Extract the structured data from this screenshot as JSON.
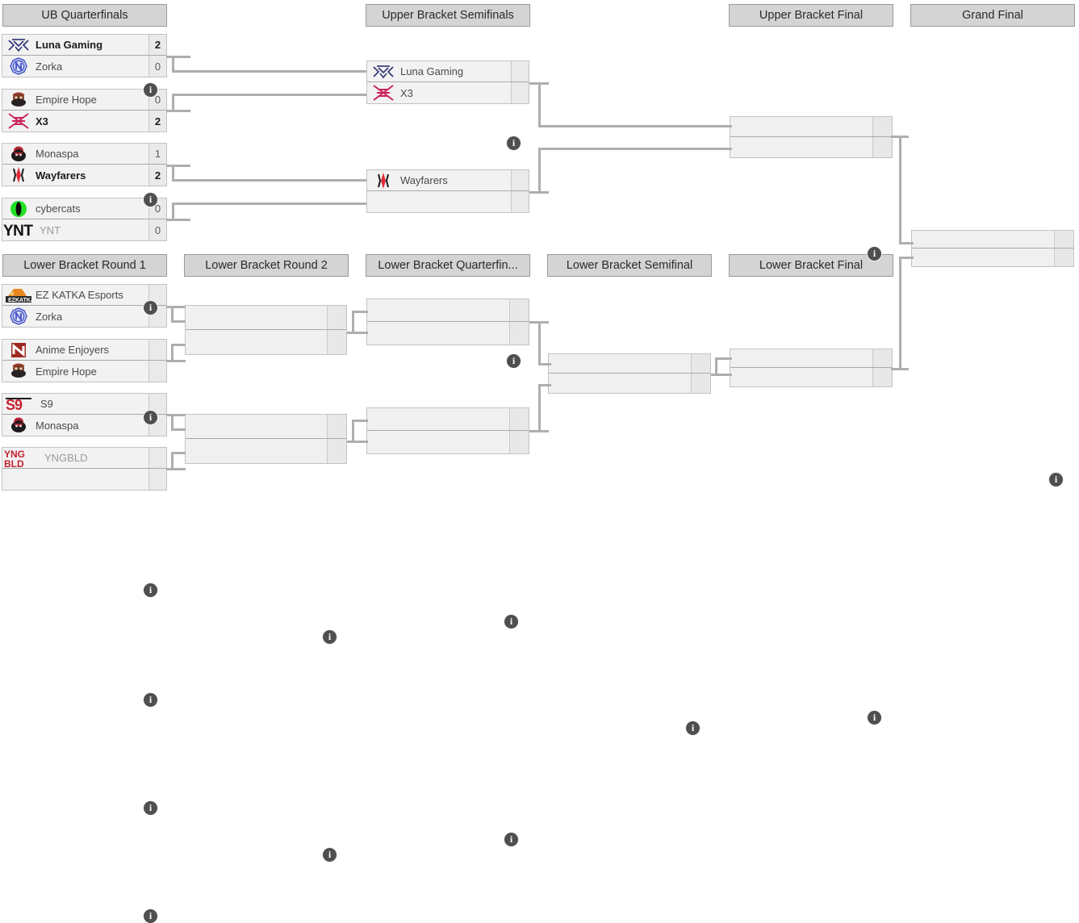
{
  "meta": {
    "accent_line": "#aeaeae",
    "header_bg": "#d4d4d4",
    "match_bg": "#f2f2f2",
    "info_icon": "info-icon",
    "info_glyph": "i"
  },
  "headers": {
    "ub_quarterfinals": "UB Quarterfinals",
    "ub_semifinals": "Upper Bracket Semifinals",
    "ub_final": "Upper Bracket Final",
    "grand_final": "Grand Final",
    "lb_round1": "Lower Bracket Round 1",
    "lb_round2": "Lower Bracket Round 2",
    "lb_quarterfinals": "Lower Bracket Quarterfin...",
    "lb_semifinal": "Lower Bracket Semifinal",
    "lb_final": "Lower Bracket Final"
  },
  "matches": {
    "ubqf1": {
      "top": {
        "team": "Luna Gaming",
        "score": "2",
        "winner": true,
        "logo": "luna-gaming-logo"
      },
      "bottom": {
        "team": "Zorka",
        "score": "0",
        "winner": false,
        "logo": "zorka-logo"
      }
    },
    "ubqf2": {
      "top": {
        "team": "Empire Hope",
        "score": "0",
        "winner": false,
        "logo": "empire-hope-logo"
      },
      "bottom": {
        "team": "X3",
        "score": "2",
        "winner": true,
        "logo": "x3-logo"
      }
    },
    "ubqf3": {
      "top": {
        "team": "Monaspa",
        "score": "1",
        "winner": false,
        "logo": "monaspa-logo"
      },
      "bottom": {
        "team": "Wayfarers",
        "score": "2",
        "winner": true,
        "logo": "wayfarers-logo"
      }
    },
    "ubqf4": {
      "top": {
        "team": "cybercats",
        "score": "0",
        "winner": false,
        "logo": "cybercats-logo"
      },
      "bottom": {
        "team": "YNT",
        "score": "0",
        "winner": false,
        "logo": "ynt-logo",
        "dim": true
      }
    },
    "ubsf1": {
      "top": {
        "team": "Luna Gaming",
        "score": "",
        "winner": false,
        "logo": "luna-gaming-logo"
      },
      "bottom": {
        "team": "X3",
        "score": "",
        "winner": false,
        "logo": "x3-logo"
      }
    },
    "ubsf2": {
      "top": {
        "team": "Wayfarers",
        "score": "",
        "winner": false,
        "logo": "wayfarers-logo"
      },
      "bottom": {
        "team": "",
        "score": "",
        "winner": false,
        "logo": ""
      }
    },
    "ubf": {
      "top": {
        "team": "",
        "score": "",
        "winner": false,
        "logo": ""
      },
      "bottom": {
        "team": "",
        "score": "",
        "winner": false,
        "logo": ""
      }
    },
    "gf": {
      "top": {
        "team": "",
        "score": "",
        "winner": false,
        "logo": ""
      },
      "bottom": {
        "team": "",
        "score": "",
        "winner": false,
        "logo": ""
      }
    },
    "lbr1m1": {
      "top": {
        "team": "EZ KATKA Esports",
        "score": "",
        "winner": false,
        "logo": "ez-katka-esports-logo"
      },
      "bottom": {
        "team": "Zorka",
        "score": "",
        "winner": false,
        "logo": "zorka-logo"
      }
    },
    "lbr1m2": {
      "top": {
        "team": "Anime Enjoyers",
        "score": "",
        "winner": false,
        "logo": "anime-enjoyers-logo"
      },
      "bottom": {
        "team": "Empire Hope",
        "score": "",
        "winner": false,
        "logo": "empire-hope-logo"
      }
    },
    "lbr1m3": {
      "top": {
        "team": "S9",
        "score": "",
        "winner": false,
        "logo": "s9-logo"
      },
      "bottom": {
        "team": "Monaspa",
        "score": "",
        "winner": false,
        "logo": "monaspa-logo"
      }
    },
    "lbr1m4": {
      "top": {
        "team": "YNGBLD",
        "score": "",
        "winner": false,
        "logo": "yngbld-logo",
        "dim": true
      },
      "bottom": {
        "team": "",
        "score": "",
        "winner": false,
        "logo": ""
      }
    },
    "lbr2m1": {
      "top": {
        "team": "",
        "score": "",
        "winner": false,
        "logo": ""
      },
      "bottom": {
        "team": "",
        "score": "",
        "winner": false,
        "logo": ""
      }
    },
    "lbr2m2": {
      "top": {
        "team": "",
        "score": "",
        "winner": false,
        "logo": ""
      },
      "bottom": {
        "team": "",
        "score": "",
        "winner": false,
        "logo": ""
      }
    },
    "lbqf1": {
      "top": {
        "team": "",
        "score": "",
        "winner": false,
        "logo": ""
      },
      "bottom": {
        "team": "",
        "score": "",
        "winner": false,
        "logo": ""
      }
    },
    "lbqf2": {
      "top": {
        "team": "",
        "score": "",
        "winner": false,
        "logo": ""
      },
      "bottom": {
        "team": "",
        "score": "",
        "winner": false,
        "logo": ""
      }
    },
    "lbsf": {
      "top": {
        "team": "",
        "score": "",
        "winner": false,
        "logo": ""
      },
      "bottom": {
        "team": "",
        "score": "",
        "winner": false,
        "logo": ""
      }
    },
    "lbf": {
      "top": {
        "team": "",
        "score": "",
        "winner": false,
        "logo": ""
      },
      "bottom": {
        "team": "",
        "score": "",
        "winner": false,
        "logo": ""
      }
    }
  }
}
